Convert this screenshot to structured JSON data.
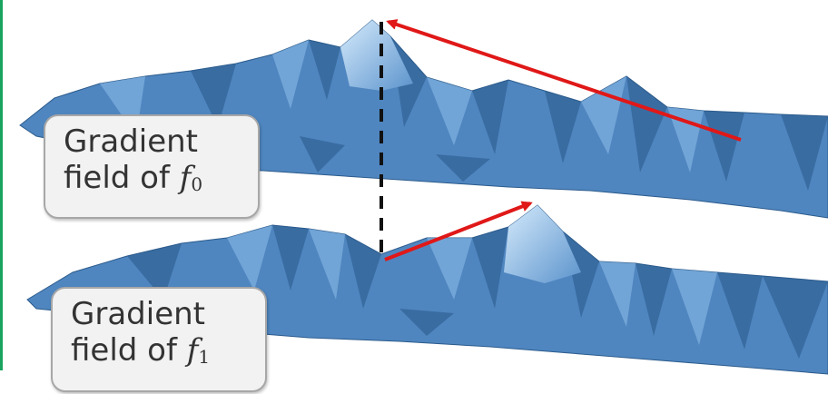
{
  "labels": {
    "top": {
      "line1": "Gradient",
      "line2_prefix": "field of ",
      "fn_letter": "f",
      "fn_sub": "0"
    },
    "bottom": {
      "line1": "Gradient",
      "line2_prefix": "field of ",
      "fn_letter": "f",
      "fn_sub": "1"
    }
  },
  "colors": {
    "surface": "#4f86c0",
    "surface_dark": "#2c5b8c",
    "surface_light": "#8fc0ea",
    "peak_highlight": "#cfe6fb",
    "arrow": "#e01818",
    "dashed_line": "#111111",
    "left_edge": "#19a35e",
    "box_background": "#f2f2f2",
    "box_border": "#a7a7a7"
  }
}
